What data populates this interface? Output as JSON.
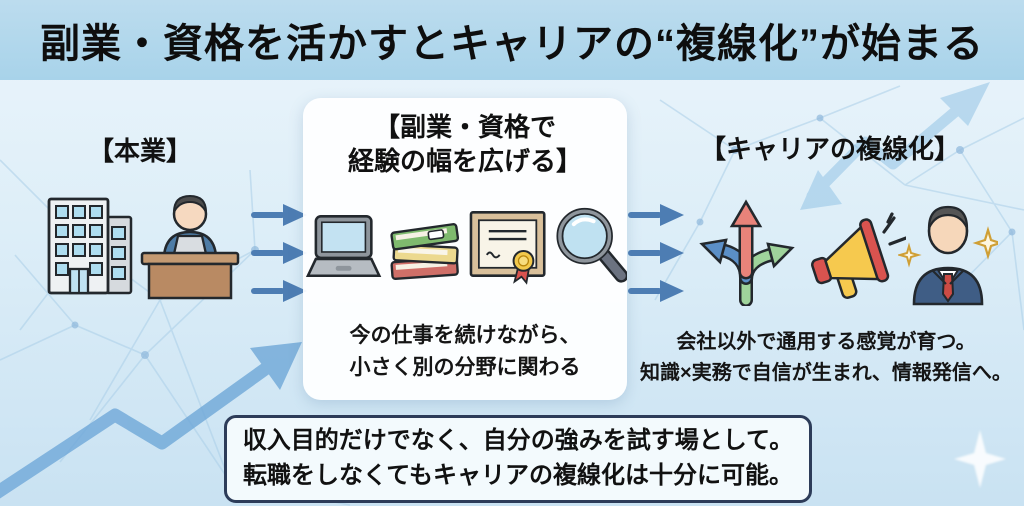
{
  "header": {
    "title": "副業・資格を活かすとキャリアの“複線化”が始まる"
  },
  "main_job": {
    "label": "【本業】"
  },
  "side_card": {
    "title_line1": "【副業・資格で",
    "title_line2": "経験の幅を広げる】",
    "caption_line1": "今の仕事を続けながら、",
    "caption_line2": "小さく別の分野に関わる"
  },
  "career": {
    "label": "【キャリアの複線化】",
    "caption_line1": "会社以外で通用する感覚が育つ。",
    "caption_line2": "知識×実務で自信が生まれ、情報発信へ。"
  },
  "bottom_note": {
    "line1": "収入目的だけでなく、自分の強みを試す場として。",
    "line2": "転職をしなくてもキャリアの複線化は十分に可能。"
  },
  "icons": {
    "left": [
      "office-building-icon",
      "worker-at-desk-icon"
    ],
    "card": [
      "laptop-icon",
      "books-stack-icon",
      "certificate-icon",
      "magnifier-icon"
    ],
    "right": [
      "branch-arrows-icon",
      "megaphone-icon",
      "businessman-icon"
    ],
    "background": [
      "growth-zigzag-arrow",
      "network-lines",
      "sparkle"
    ]
  },
  "colors": {
    "header_bg": "#aad3ea",
    "body_top": "#ecf5fb",
    "body_bottom": "#c9e2f2",
    "flow_arrow": "#4d7db3",
    "growth_arrow": "#6fa8d8",
    "card_bg": "#ffffff",
    "note_border": "#2d3c59",
    "branch_red": "#e8837a",
    "branch_blue": "#5b8fc7",
    "branch_green": "#9fd39b",
    "megaphone_yellow": "#f6c94e",
    "megaphone_red": "#d9534f",
    "suit_navy": "#3f5d85"
  }
}
